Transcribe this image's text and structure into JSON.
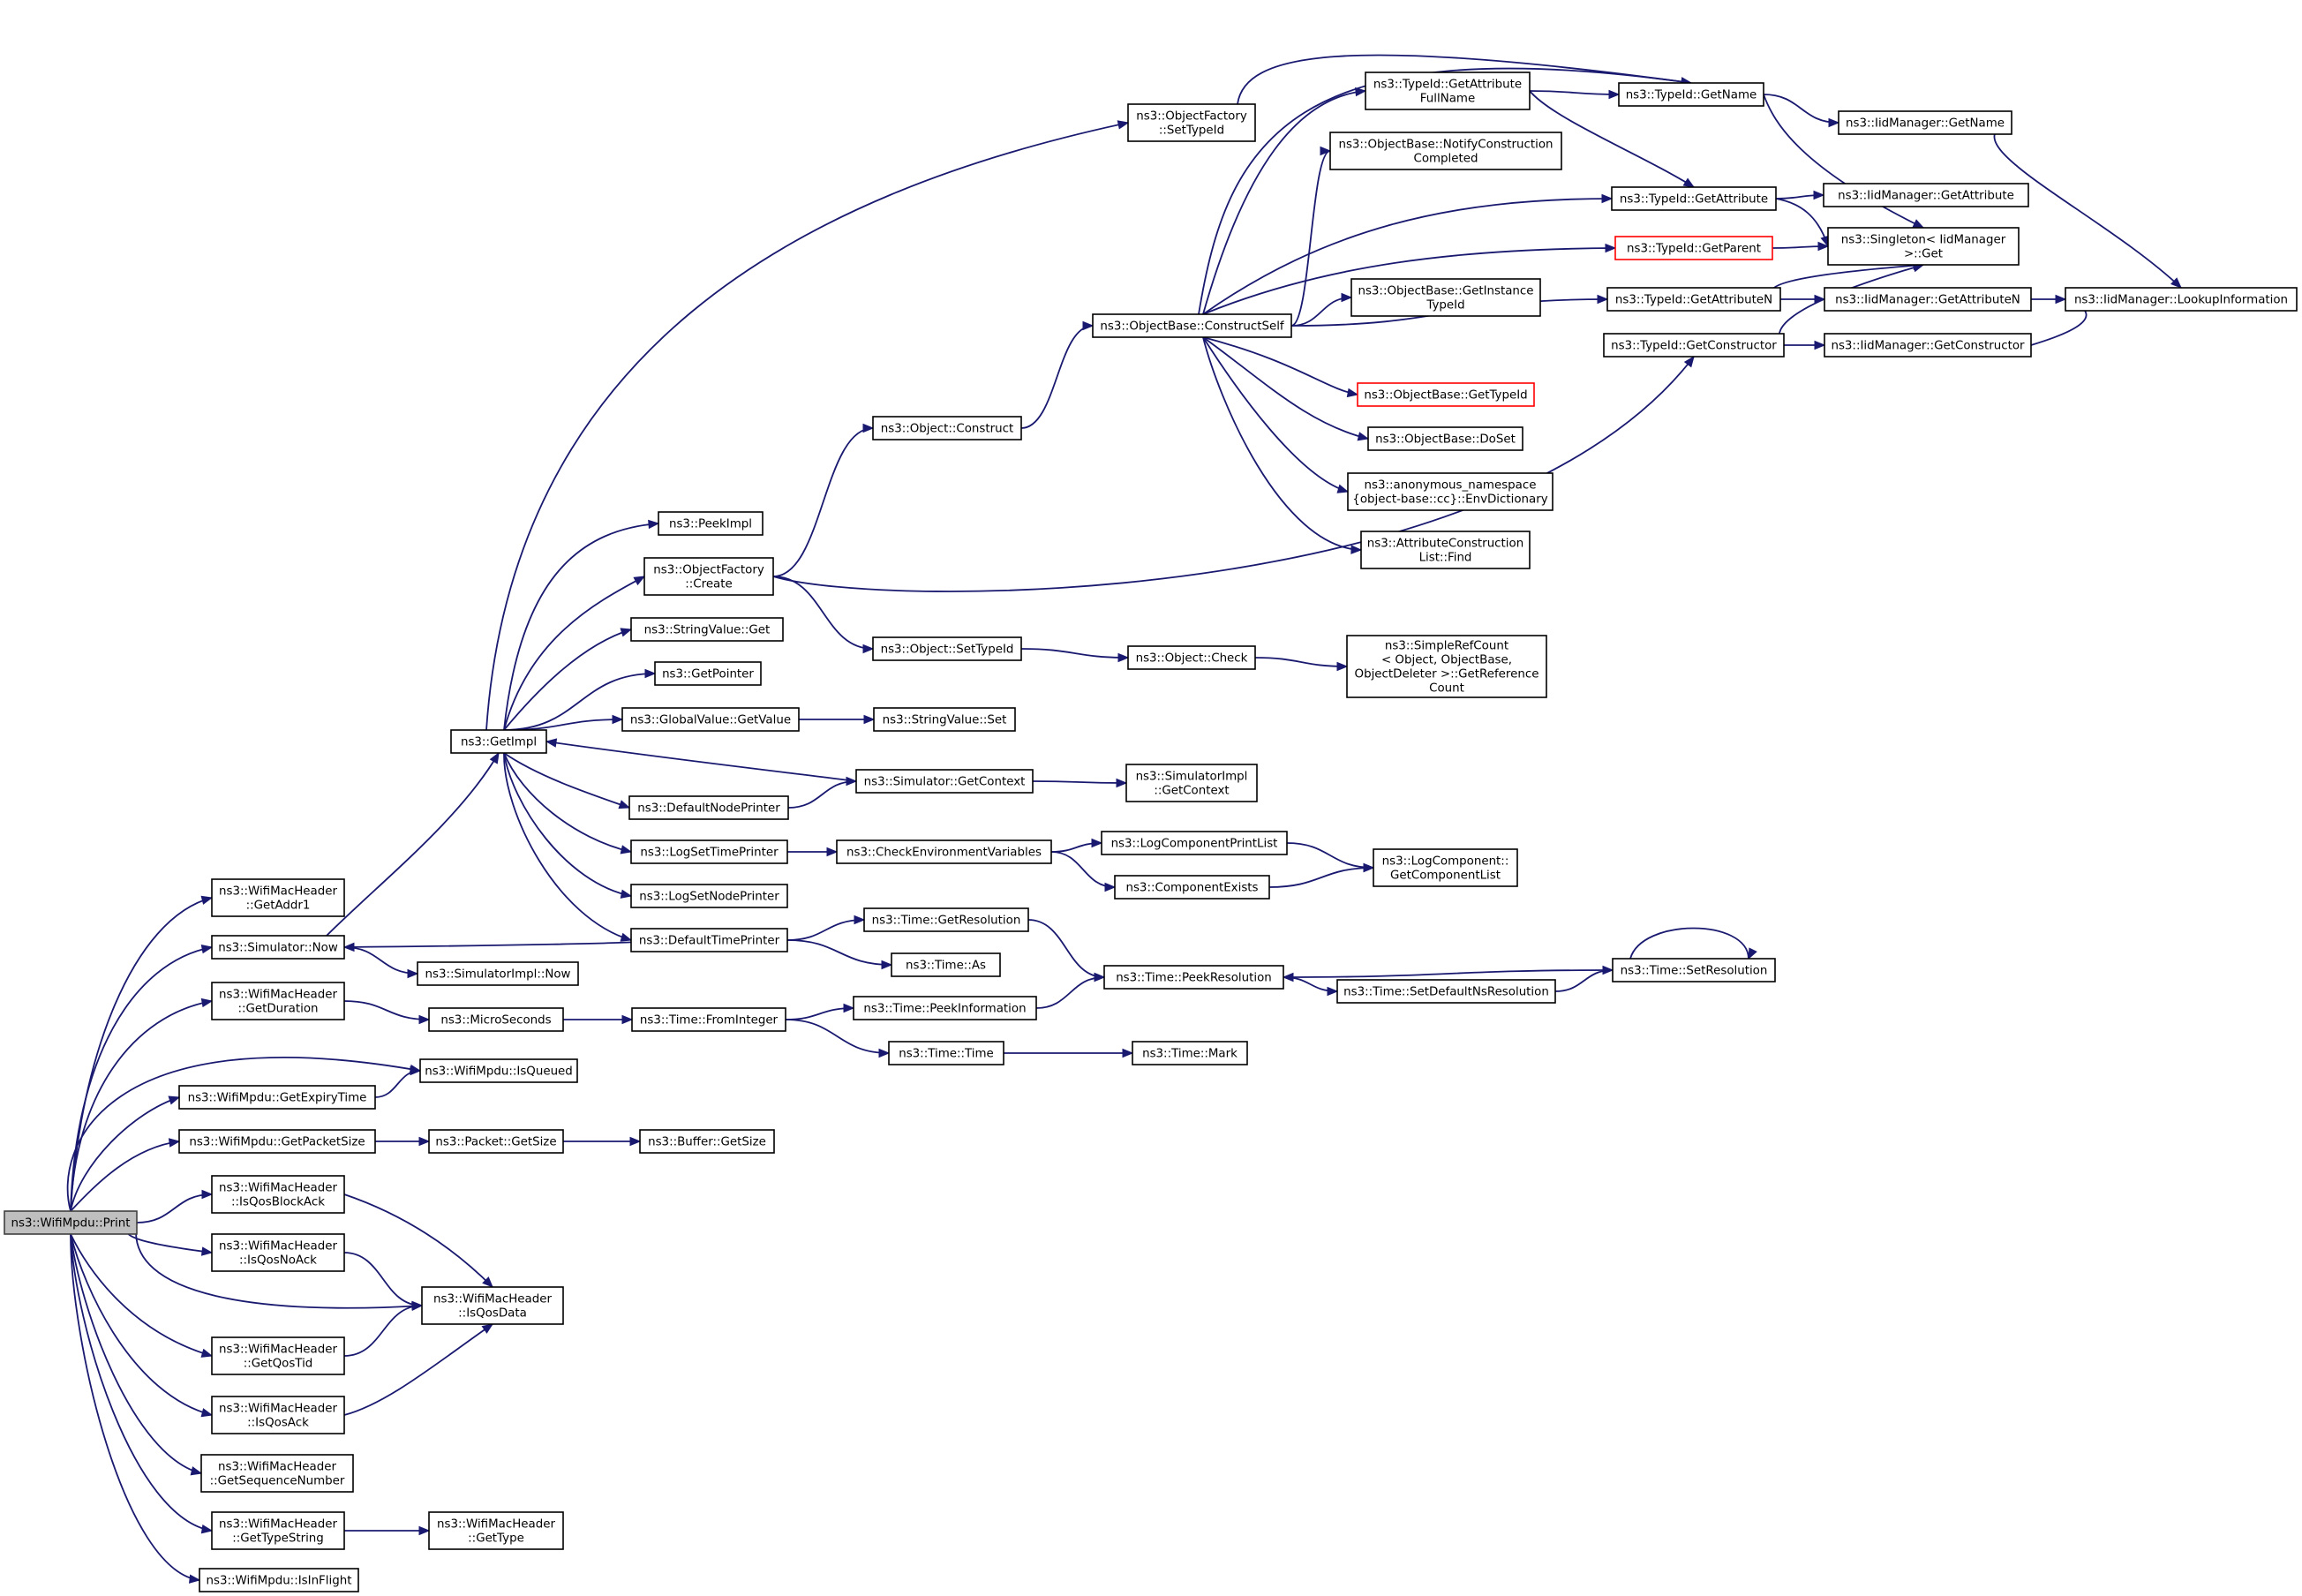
{
  "graph": {
    "colors": {
      "edge": "#191970",
      "node_border": "#000000",
      "node_fill": "#ffffff",
      "root_fill": "#bfbfbf",
      "highlight_border": "#ff0000"
    },
    "nodes": [
      {
        "id": "n0",
        "lines": [
          "ns3::WifiMpdu::Print"
        ],
        "kind": "root"
      },
      {
        "id": "n1",
        "lines": [
          "ns3::WifiMacHeader",
          "::GetAddr1"
        ]
      },
      {
        "id": "n2",
        "lines": [
          "ns3::Simulator::Now"
        ]
      },
      {
        "id": "n3",
        "lines": [
          "ns3::WifiMacHeader",
          "::GetDuration"
        ]
      },
      {
        "id": "n4",
        "lines": [
          "ns3::WifiMpdu::IsQueued"
        ]
      },
      {
        "id": "n5",
        "lines": [
          "ns3::WifiMpdu::GetExpiryTime"
        ]
      },
      {
        "id": "n6",
        "lines": [
          "ns3::WifiMpdu::GetPacketSize"
        ]
      },
      {
        "id": "n7",
        "lines": [
          "ns3::WifiMacHeader",
          "::IsQosBlockAck"
        ]
      },
      {
        "id": "n8",
        "lines": [
          "ns3::WifiMacHeader",
          "::IsQosNoAck"
        ]
      },
      {
        "id": "n9",
        "lines": [
          "ns3::WifiMacHeader",
          "::IsQosData"
        ]
      },
      {
        "id": "n10",
        "lines": [
          "ns3::WifiMacHeader",
          "::GetQosTid"
        ]
      },
      {
        "id": "n11",
        "lines": [
          "ns3::WifiMacHeader",
          "::IsQosAck"
        ]
      },
      {
        "id": "n12",
        "lines": [
          "ns3::WifiMacHeader",
          "::GetSequenceNumber"
        ]
      },
      {
        "id": "n13",
        "lines": [
          "ns3::WifiMacHeader",
          "::GetTypeString"
        ]
      },
      {
        "id": "n14",
        "lines": [
          "ns3::WifiMpdu::IsInFlight"
        ]
      },
      {
        "id": "n15",
        "lines": [
          "ns3::GetImpl"
        ]
      },
      {
        "id": "n16",
        "lines": [
          "ns3::SimulatorImpl::Now"
        ]
      },
      {
        "id": "n17",
        "lines": [
          "ns3::MicroSeconds"
        ]
      },
      {
        "id": "n18",
        "lines": [
          "ns3::Packet::GetSize"
        ]
      },
      {
        "id": "n19",
        "lines": [
          "ns3::WifiMacHeader",
          "::GetType"
        ]
      },
      {
        "id": "n20",
        "lines": [
          "ns3::ObjectFactory",
          "::SetTypeId"
        ]
      },
      {
        "id": "n21",
        "lines": [
          "ns3::PeekImpl"
        ]
      },
      {
        "id": "n22",
        "lines": [
          "ns3::ObjectFactory",
          "::Create"
        ]
      },
      {
        "id": "n23",
        "lines": [
          "ns3::StringValue::Get"
        ]
      },
      {
        "id": "n24",
        "lines": [
          "ns3::GetPointer"
        ]
      },
      {
        "id": "n25",
        "lines": [
          "ns3::GlobalValue::GetValue"
        ]
      },
      {
        "id": "n26",
        "lines": [
          "ns3::DefaultNodePrinter"
        ]
      },
      {
        "id": "n27",
        "lines": [
          "ns3::LogSetTimePrinter"
        ]
      },
      {
        "id": "n28",
        "lines": [
          "ns3::LogSetNodePrinter"
        ]
      },
      {
        "id": "n29",
        "lines": [
          "ns3::DefaultTimePrinter"
        ]
      },
      {
        "id": "n30",
        "lines": [
          "ns3::Time::FromInteger"
        ]
      },
      {
        "id": "n31",
        "lines": [
          "ns3::Buffer::GetSize"
        ]
      },
      {
        "id": "n32",
        "lines": [
          "ns3::Object::Construct"
        ]
      },
      {
        "id": "n33",
        "lines": [
          "ns3::Object::SetTypeId"
        ]
      },
      {
        "id": "n34",
        "lines": [
          "ns3::StringValue::Set"
        ]
      },
      {
        "id": "n35",
        "lines": [
          "ns3::Simulator::GetContext"
        ]
      },
      {
        "id": "n36",
        "lines": [
          "ns3::CheckEnvironmentVariables"
        ]
      },
      {
        "id": "n37",
        "lines": [
          "ns3::Time::GetResolution"
        ]
      },
      {
        "id": "n38",
        "lines": [
          "ns3::Time::As"
        ]
      },
      {
        "id": "n39",
        "lines": [
          "ns3::Time::PeekInformation"
        ]
      },
      {
        "id": "n40",
        "lines": [
          "ns3::Time::Time"
        ]
      },
      {
        "id": "n41",
        "lines": [
          "ns3::ObjectBase::ConstructSelf"
        ]
      },
      {
        "id": "n42",
        "lines": [
          "ns3::Object::Check"
        ]
      },
      {
        "id": "n43",
        "lines": [
          "ns3::SimulatorImpl",
          "::GetContext"
        ]
      },
      {
        "id": "n44",
        "lines": [
          "ns3::LogComponentPrintList"
        ]
      },
      {
        "id": "n45",
        "lines": [
          "ns3::ComponentExists"
        ]
      },
      {
        "id": "n46",
        "lines": [
          "ns3::Time::PeekResolution"
        ]
      },
      {
        "id": "n47",
        "lines": [
          "ns3::Time::Mark"
        ]
      },
      {
        "id": "n48",
        "lines": [
          "ns3::TypeId::GetAttribute",
          "FullName"
        ]
      },
      {
        "id": "n49",
        "lines": [
          "ns3::ObjectBase::NotifyConstruction",
          "Completed"
        ]
      },
      {
        "id": "n50",
        "lines": [
          "ns3::ObjectBase::GetInstance",
          "TypeId"
        ]
      },
      {
        "id": "n51",
        "lines": [
          "ns3::ObjectBase::GetTypeId"
        ],
        "kind": "red"
      },
      {
        "id": "n52",
        "lines": [
          "ns3::ObjectBase::DoSet"
        ]
      },
      {
        "id": "n53",
        "lines": [
          "ns3::anonymous_namespace",
          "{object-base::cc}::EnvDictionary"
        ]
      },
      {
        "id": "n54",
        "lines": [
          "ns3::AttributeConstruction",
          "List::Find"
        ]
      },
      {
        "id": "n55",
        "lines": [
          "ns3::SimpleRefCount",
          "< Object, ObjectBase,",
          "ObjectDeleter >::GetReference",
          "Count"
        ]
      },
      {
        "id": "n56",
        "lines": [
          "ns3::LogComponent::",
          "GetComponentList"
        ]
      },
      {
        "id": "n57",
        "lines": [
          "ns3::Time::SetDefaultNsResolution"
        ]
      },
      {
        "id": "n58",
        "lines": [
          "ns3::TypeId::GetName"
        ]
      },
      {
        "id": "n59",
        "lines": [
          "ns3::TypeId::GetAttribute"
        ]
      },
      {
        "id": "n60",
        "lines": [
          "ns3::TypeId::GetParent"
        ],
        "kind": "red"
      },
      {
        "id": "n61",
        "lines": [
          "ns3::TypeId::GetAttributeN"
        ]
      },
      {
        "id": "n62",
        "lines": [
          "ns3::TypeId::GetConstructor"
        ]
      },
      {
        "id": "n63",
        "lines": [
          "ns3::Time::SetResolution"
        ]
      },
      {
        "id": "n64",
        "lines": [
          "ns3::IidManager::GetName"
        ]
      },
      {
        "id": "n65",
        "lines": [
          "ns3::IidManager::GetAttribute"
        ]
      },
      {
        "id": "n66",
        "lines": [
          "ns3::Singleton< IidManager",
          ">::Get"
        ]
      },
      {
        "id": "n67",
        "lines": [
          "ns3::IidManager::GetAttributeN"
        ]
      },
      {
        "id": "n68",
        "lines": [
          "ns3::IidManager::GetConstructor"
        ]
      },
      {
        "id": "n69",
        "lines": [
          "ns3::IidManager::LookupInformation"
        ]
      }
    ],
    "edges": [
      [
        "n0",
        "n1"
      ],
      [
        "n0",
        "n2"
      ],
      [
        "n0",
        "n3"
      ],
      [
        "n0",
        "n4"
      ],
      [
        "n0",
        "n5"
      ],
      [
        "n0",
        "n6"
      ],
      [
        "n0",
        "n7"
      ],
      [
        "n0",
        "n8"
      ],
      [
        "n0",
        "n9"
      ],
      [
        "n0",
        "n10"
      ],
      [
        "n0",
        "n11"
      ],
      [
        "n0",
        "n12"
      ],
      [
        "n0",
        "n13"
      ],
      [
        "n0",
        "n14"
      ],
      [
        "n2",
        "n15"
      ],
      [
        "n2",
        "n16"
      ],
      [
        "n3",
        "n17"
      ],
      [
        "n5",
        "n4"
      ],
      [
        "n6",
        "n18"
      ],
      [
        "n7",
        "n9"
      ],
      [
        "n8",
        "n9"
      ],
      [
        "n10",
        "n9"
      ],
      [
        "n11",
        "n9"
      ],
      [
        "n13",
        "n19"
      ],
      [
        "n15",
        "n20"
      ],
      [
        "n15",
        "n21"
      ],
      [
        "n15",
        "n22"
      ],
      [
        "n15",
        "n23"
      ],
      [
        "n15",
        "n24"
      ],
      [
        "n15",
        "n25"
      ],
      [
        "n15",
        "n26"
      ],
      [
        "n15",
        "n27"
      ],
      [
        "n15",
        "n28"
      ],
      [
        "n15",
        "n29"
      ],
      [
        "n17",
        "n30"
      ],
      [
        "n18",
        "n31"
      ],
      [
        "n20",
        "n58"
      ],
      [
        "n22",
        "n32"
      ],
      [
        "n22",
        "n33"
      ],
      [
        "n22",
        "n62"
      ],
      [
        "n25",
        "n34"
      ],
      [
        "n26",
        "n35"
      ],
      [
        "n27",
        "n36"
      ],
      [
        "n29",
        "n2"
      ],
      [
        "n29",
        "n37"
      ],
      [
        "n29",
        "n38"
      ],
      [
        "n30",
        "n39"
      ],
      [
        "n30",
        "n40"
      ],
      [
        "n32",
        "n41"
      ],
      [
        "n33",
        "n42"
      ],
      [
        "n35",
        "n15"
      ],
      [
        "n35",
        "n43"
      ],
      [
        "n36",
        "n44"
      ],
      [
        "n36",
        "n45"
      ],
      [
        "n37",
        "n46"
      ],
      [
        "n39",
        "n46"
      ],
      [
        "n40",
        "n47"
      ],
      [
        "n41",
        "n58"
      ],
      [
        "n41",
        "n48"
      ],
      [
        "n41",
        "n49"
      ],
      [
        "n41",
        "n59"
      ],
      [
        "n41",
        "n60"
      ],
      [
        "n41",
        "n50"
      ],
      [
        "n41",
        "n61"
      ],
      [
        "n41",
        "n51"
      ],
      [
        "n41",
        "n52"
      ],
      [
        "n41",
        "n53"
      ],
      [
        "n41",
        "n54"
      ],
      [
        "n42",
        "n55"
      ],
      [
        "n44",
        "n56"
      ],
      [
        "n45",
        "n56"
      ],
      [
        "n46",
        "n57"
      ],
      [
        "n57",
        "n63"
      ],
      [
        "n63",
        "n46"
      ],
      [
        "n63",
        "n63"
      ],
      [
        "n48",
        "n58"
      ],
      [
        "n48",
        "n59"
      ],
      [
        "n58",
        "n64"
      ],
      [
        "n58",
        "n66"
      ],
      [
        "n59",
        "n65"
      ],
      [
        "n59",
        "n66"
      ],
      [
        "n60",
        "n66"
      ],
      [
        "n61",
        "n66"
      ],
      [
        "n61",
        "n67"
      ],
      [
        "n62",
        "n66"
      ],
      [
        "n62",
        "n68"
      ],
      [
        "n64",
        "n69"
      ],
      [
        "n67",
        "n69"
      ],
      [
        "n68",
        "n69"
      ]
    ]
  }
}
